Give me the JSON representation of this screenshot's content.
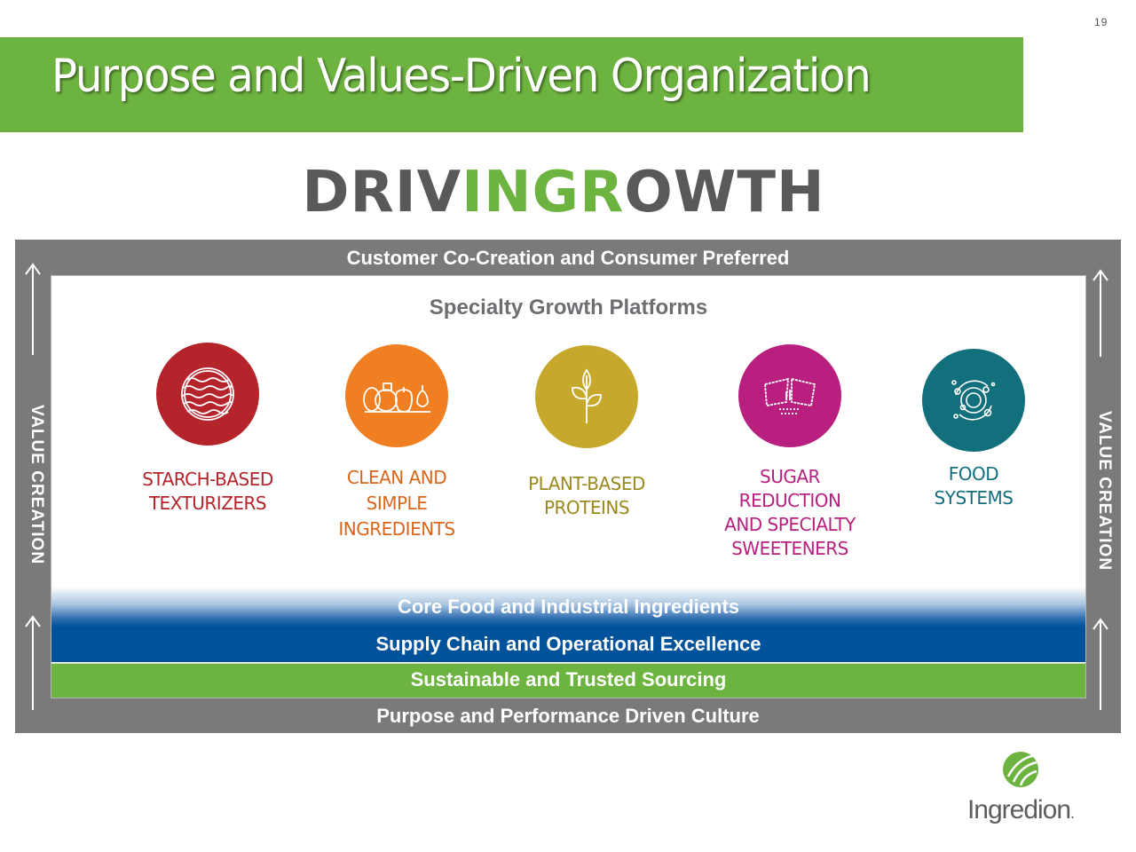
{
  "page": {
    "number": "19"
  },
  "header": {
    "title": "Purpose and Values-Driven Organization",
    "bar_color": "#6db33f"
  },
  "tagline": {
    "part1": "DRIV",
    "part2": "INGR",
    "part3": "OWTH",
    "dark_color": "#58595b",
    "green_color": "#6db33f"
  },
  "frame": {
    "top_label": "Customer Co-Creation and Consumer Preferred",
    "bottom_label": "Purpose and Performance Driven Culture",
    "side_label_left": "VALUE CREATION",
    "side_label_right": "VALUE CREATION",
    "color": "#7a7a7a"
  },
  "specialty": {
    "title": "Specialty Growth Platforms",
    "platforms": [
      {
        "name": "Starch-Based Texturizers",
        "lines": [
          "STARCH-BASED",
          "TEXTURIZERS"
        ],
        "icon": "texture-wave-icon",
        "color": "#b5232b"
      },
      {
        "name": "Clean and Simple Ingredients",
        "lines": [
          "CLEAN AND",
          "SIMPLE",
          "INGREDIENTS"
        ],
        "icon": "vegetables-icon",
        "color": "#f07f22"
      },
      {
        "name": "Plant-Based Proteins",
        "lines": [
          "PLANT-BASED",
          "PROTEINS"
        ],
        "icon": "sprout-icon",
        "color": "#c6a92c"
      },
      {
        "name": "Sugar Reduction and Specialty Sweeteners",
        "lines": [
          "SUGAR",
          "REDUCTION",
          "AND SPECIALTY",
          "SWEETENERS"
        ],
        "icon": "sweetener-packet-icon",
        "color": "#b81f7f"
      },
      {
        "name": "Food Systems",
        "lines": [
          "FOOD",
          "SYSTEMS"
        ],
        "icon": "food-systems-orbit-icon",
        "color": "#126f7c"
      }
    ]
  },
  "foundation": {
    "core": "Core Food and Industrial Ingredients",
    "supply": "Supply Chain and Operational Excellence",
    "sourcing": "Sustainable and Trusted Sourcing",
    "blue_color": "#00529b",
    "green_color": "#6db33f"
  },
  "logo": {
    "wordmark": "Ingredion",
    "suffix": "."
  }
}
